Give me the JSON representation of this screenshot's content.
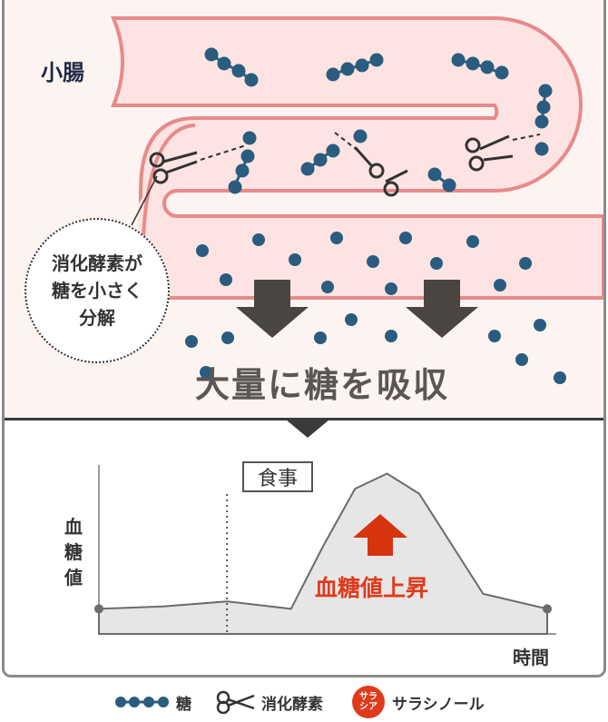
{
  "diagram": {
    "organ_label": "小腸",
    "enzyme_note": [
      "消化酵素が",
      "糖を小さく",
      "分解"
    ],
    "absorption_caption": "大量に糖を吸収"
  },
  "chart_data": {
    "type": "area",
    "title": "",
    "ylabel": "血糖値",
    "xlabel": "時間",
    "annotation_event": "食事",
    "annotation_rise": "血糖値上昇",
    "x": [
      0,
      1,
      2,
      3,
      3.5,
      4,
      4.5,
      5,
      6,
      7
    ],
    "values": [
      1.0,
      1.1,
      1.3,
      1.0,
      3.5,
      5.8,
      6.4,
      5.6,
      1.6,
      1.0
    ],
    "event_x": 2.0,
    "xlim": [
      0,
      7
    ],
    "ylim": [
      0,
      7
    ],
    "colors": {
      "fill": "#e6e6e6",
      "line": "#6b6b6b",
      "accent": "#e03a1c"
    }
  },
  "legend": {
    "sugar_label": "糖",
    "enzyme_label": "消化酵素",
    "badge_text": [
      "サラ",
      "シア"
    ],
    "salacinol_label": "サラシノール",
    "icons": [
      "sugar-chain-icon",
      "scissors-icon",
      "salacinol-badge-icon"
    ]
  },
  "colors": {
    "intestine_fill": "#fde3e1",
    "intestine_outline": "#e88a8a",
    "sugar_dot": "#2a5c80",
    "arrow": "#4a4540",
    "badge": "#e03a1c"
  }
}
